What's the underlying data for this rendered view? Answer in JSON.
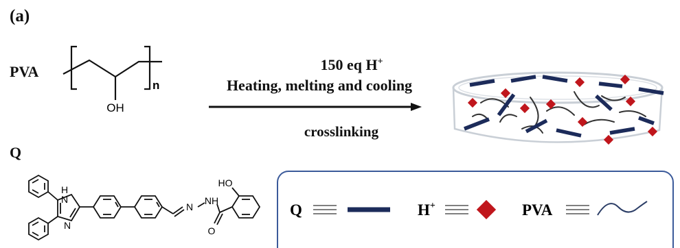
{
  "figure": {
    "panel_label": "(a)",
    "pva_label": "PVA",
    "q_label": "Q",
    "pva_structure": {
      "repeat_subscript": "n",
      "substituent": "OH"
    },
    "q_structure": {
      "atom_labels": [
        "H",
        "N",
        "N",
        "N",
        "NH",
        "HO",
        "O"
      ]
    },
    "conditions": {
      "line1_main": "150 eq H",
      "line1_sup": "+",
      "line2": "Heating, melting and cooling",
      "line3": "crosslinking"
    },
    "legend": {
      "q": "Q",
      "h_main": "H",
      "h_sup": "+",
      "pva": "PVA",
      "colors": {
        "q_bar": "#1c2b5a",
        "h_diamond": "#c0161c",
        "pva_line": "#2b3d66",
        "frame": "#3b5a9a"
      }
    },
    "dish_colors": {
      "rim": "#c9cfd6",
      "rod": "#1c2b5a",
      "diamond": "#c0161c",
      "chain": "#333333"
    }
  }
}
